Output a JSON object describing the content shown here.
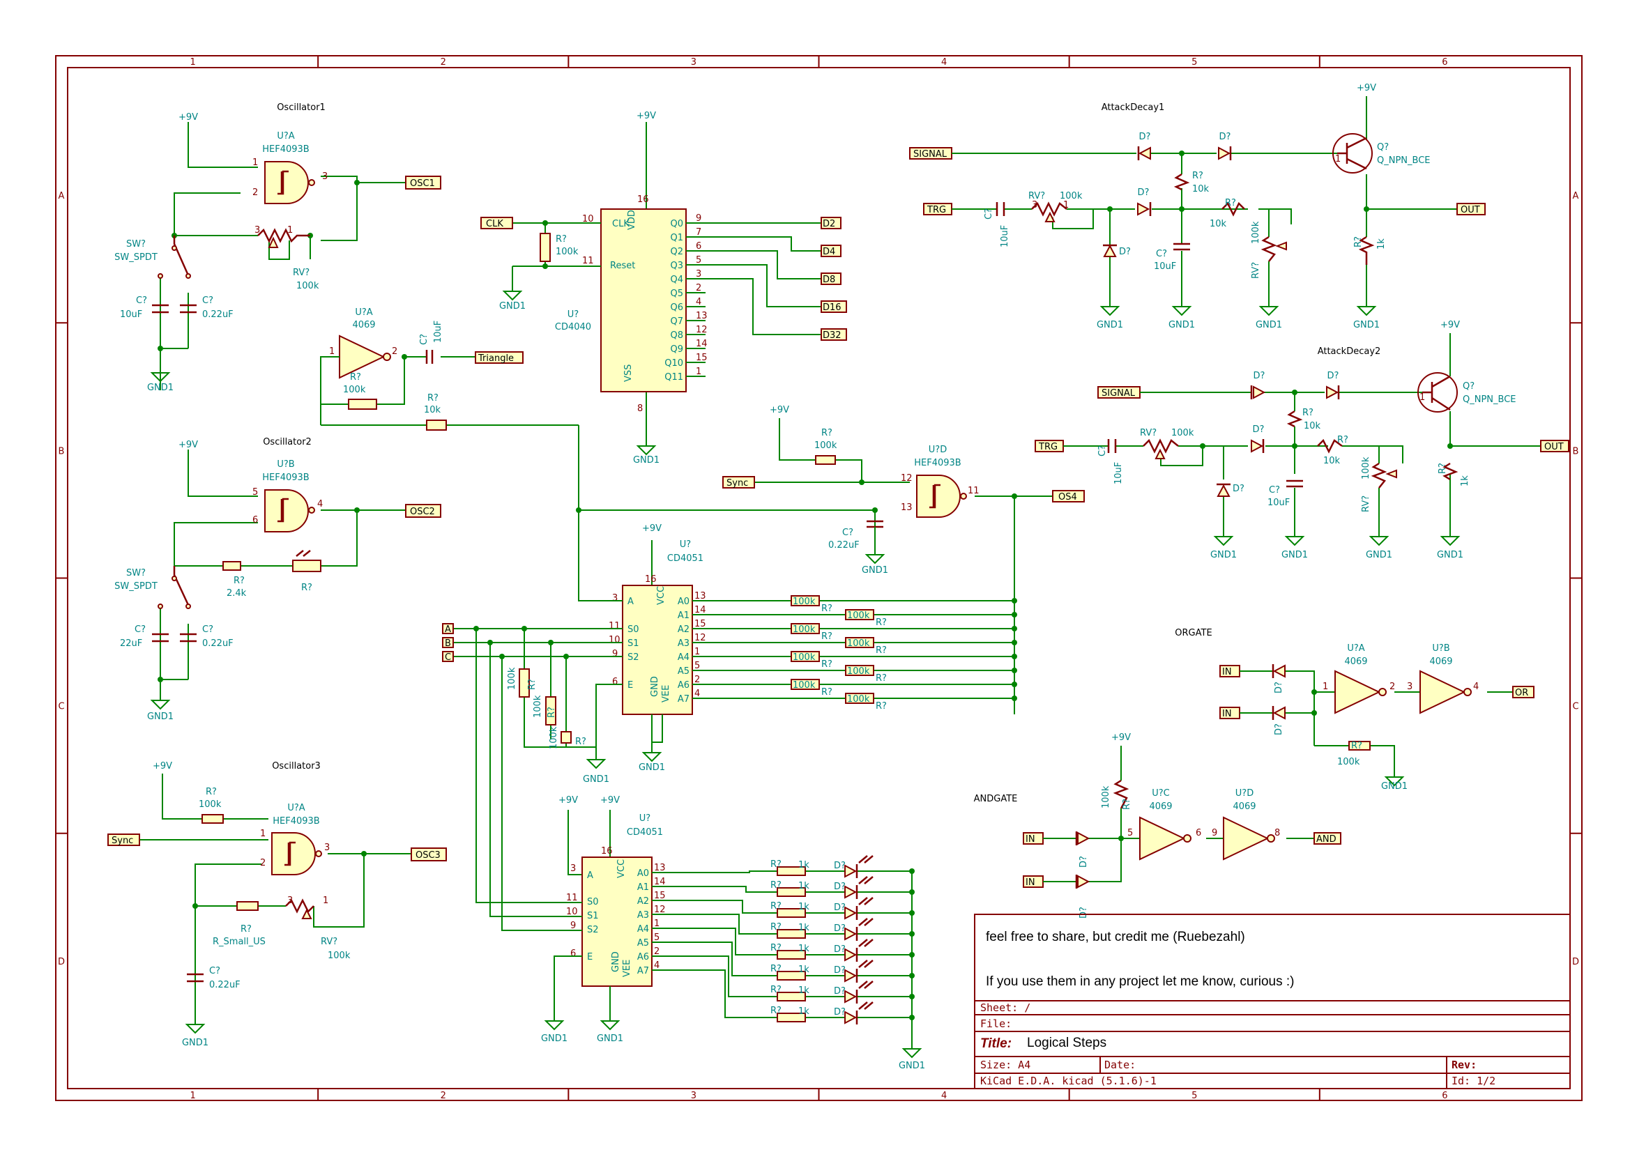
{
  "frame": {
    "columns": [
      "1",
      "2",
      "3",
      "4",
      "5",
      "6"
    ],
    "rows": [
      "A",
      "B",
      "C",
      "D"
    ]
  },
  "titles": {
    "osc1": "Oscillator1",
    "osc2": "Oscillator2",
    "osc3": "Oscillator3",
    "ad1": "AttackDecay1",
    "ad2": "AttackDecay2",
    "orgate": "ORGATE",
    "andgate": "ANDGATE"
  },
  "net_labels": {
    "osc1": "OSC1",
    "osc2": "OSC2",
    "osc3": "OSC3",
    "triangle": "Triangle",
    "clk": "CLK",
    "d2": "D2",
    "d4": "D4",
    "d8": "D8",
    "d16": "D16",
    "d32": "D32",
    "sync": "Sync",
    "os4": "OS4",
    "a": "A",
    "b": "B",
    "c": "C",
    "signal": "SIGNAL",
    "trg": "TRG",
    "out": "OUT",
    "in": "IN",
    "or": "OR",
    "and": "AND"
  },
  "power": {
    "p9v": "+9V",
    "gnd": "GND1"
  },
  "components": {
    "u_a": "U?A",
    "u_b": "U?B",
    "u_c": "U?C",
    "u_d": "U?D",
    "u": "U?",
    "hef": "HEF4093B",
    "i4069": "4069",
    "cd4040": "CD4040",
    "cd4051": "CD4051",
    "sw": "SW?",
    "sw_spdt": "SW_SPDT",
    "c": "C?",
    "c10uf": "10uF",
    "c022uf": "0.22uF",
    "c22uf": "22uF",
    "r": "R?",
    "rv": "RV?",
    "r100k": "100k",
    "r10k": "10k",
    "r1k": "1k",
    "r24k": "2.4k",
    "r_small": "R_Small_US",
    "d": "D?",
    "q": "Q?",
    "qnpn": "Q_NPN_BCE"
  },
  "pins": {
    "cd4040_left": [
      "CLK",
      "Reset"
    ],
    "cd4040_right": [
      "Q0",
      "Q1",
      "Q2",
      "Q3",
      "Q4",
      "Q5",
      "Q6",
      "Q7",
      "Q8",
      "Q9",
      "Q10",
      "Q11"
    ],
    "cd4040_right_nums": [
      "9",
      "7",
      "6",
      "5",
      "3",
      "2",
      "4",
      "13",
      "12",
      "14",
      "15",
      "1"
    ],
    "cd4040_top": "VDD",
    "cd4040_bottom": "VSS",
    "mux_left": [
      "A",
      "S0",
      "S1",
      "S2",
      "E"
    ],
    "mux_right": [
      "A0",
      "A1",
      "A2",
      "A3",
      "A4",
      "A5",
      "A6",
      "A7"
    ],
    "mux_right_nums": [
      "13",
      "14",
      "15",
      "12",
      "1",
      "5",
      "2",
      "4"
    ],
    "vcc": "VCC",
    "gnd": "GND",
    "vee": "VEE"
  },
  "title_block": {
    "note1": "feel free to share, but credit me (Ruebezahl)",
    "note2": "If you use them in any project let me know, curious :)",
    "sheet": "Sheet: /",
    "file": "File:",
    "title_label": "Title:",
    "title": "Logical Steps",
    "size": "Size: A4",
    "date": "Date:",
    "rev": "Rev:",
    "tool": "KiCad E.D.A.  kicad (5.1.6)-1",
    "id": "Id: 1/2"
  }
}
